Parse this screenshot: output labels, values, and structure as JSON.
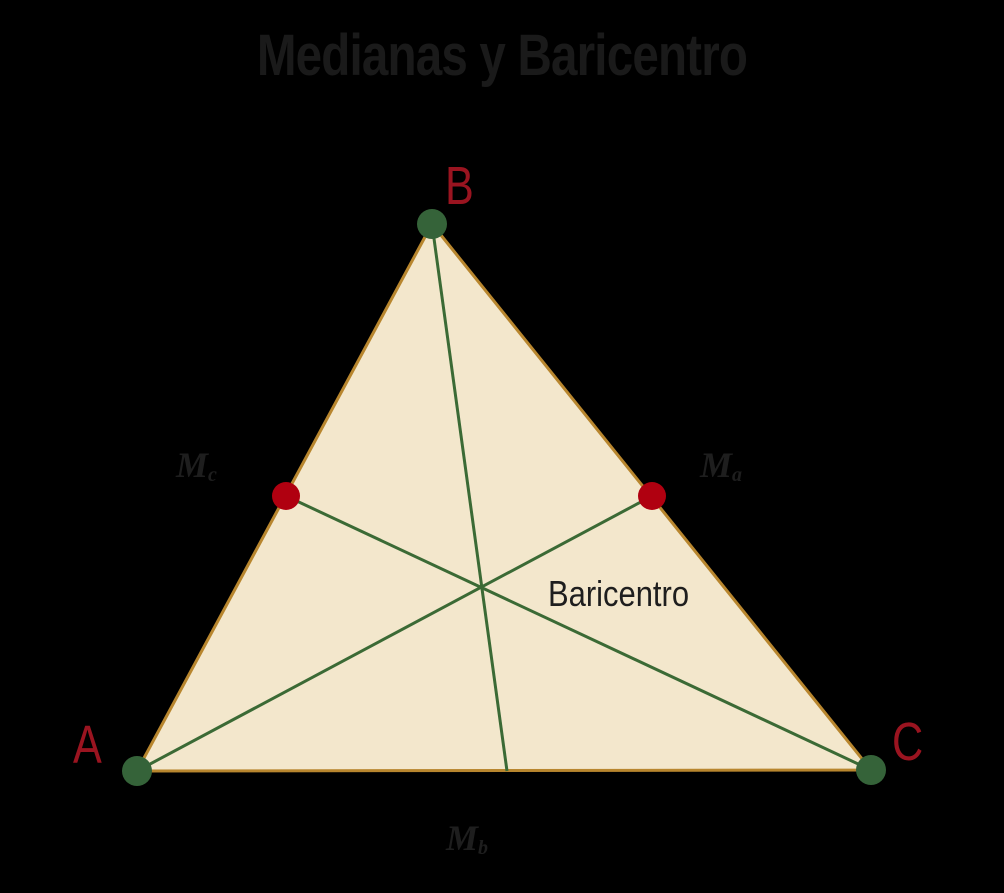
{
  "title": "Medianas y Baricentro",
  "vertices": {
    "A": "A",
    "B": "B",
    "C": "C"
  },
  "midpoint_labels": {
    "ab": {
      "main": "M",
      "sub": "c"
    },
    "bc": {
      "main": "M",
      "sub": "a"
    },
    "ac": {
      "main": "M",
      "sub": "b"
    }
  },
  "centroid_label": "Baricentro",
  "colors": {
    "background": "#000000",
    "triangle_fill": "#f3e7cc",
    "triangle_stroke": "#b8862e",
    "median_stroke": "#3b6a35",
    "vertex_point": "#356339",
    "midpoint_point": "#b00010",
    "vertex_label": "#9a1420",
    "dark_text": "#1e1e1e"
  }
}
